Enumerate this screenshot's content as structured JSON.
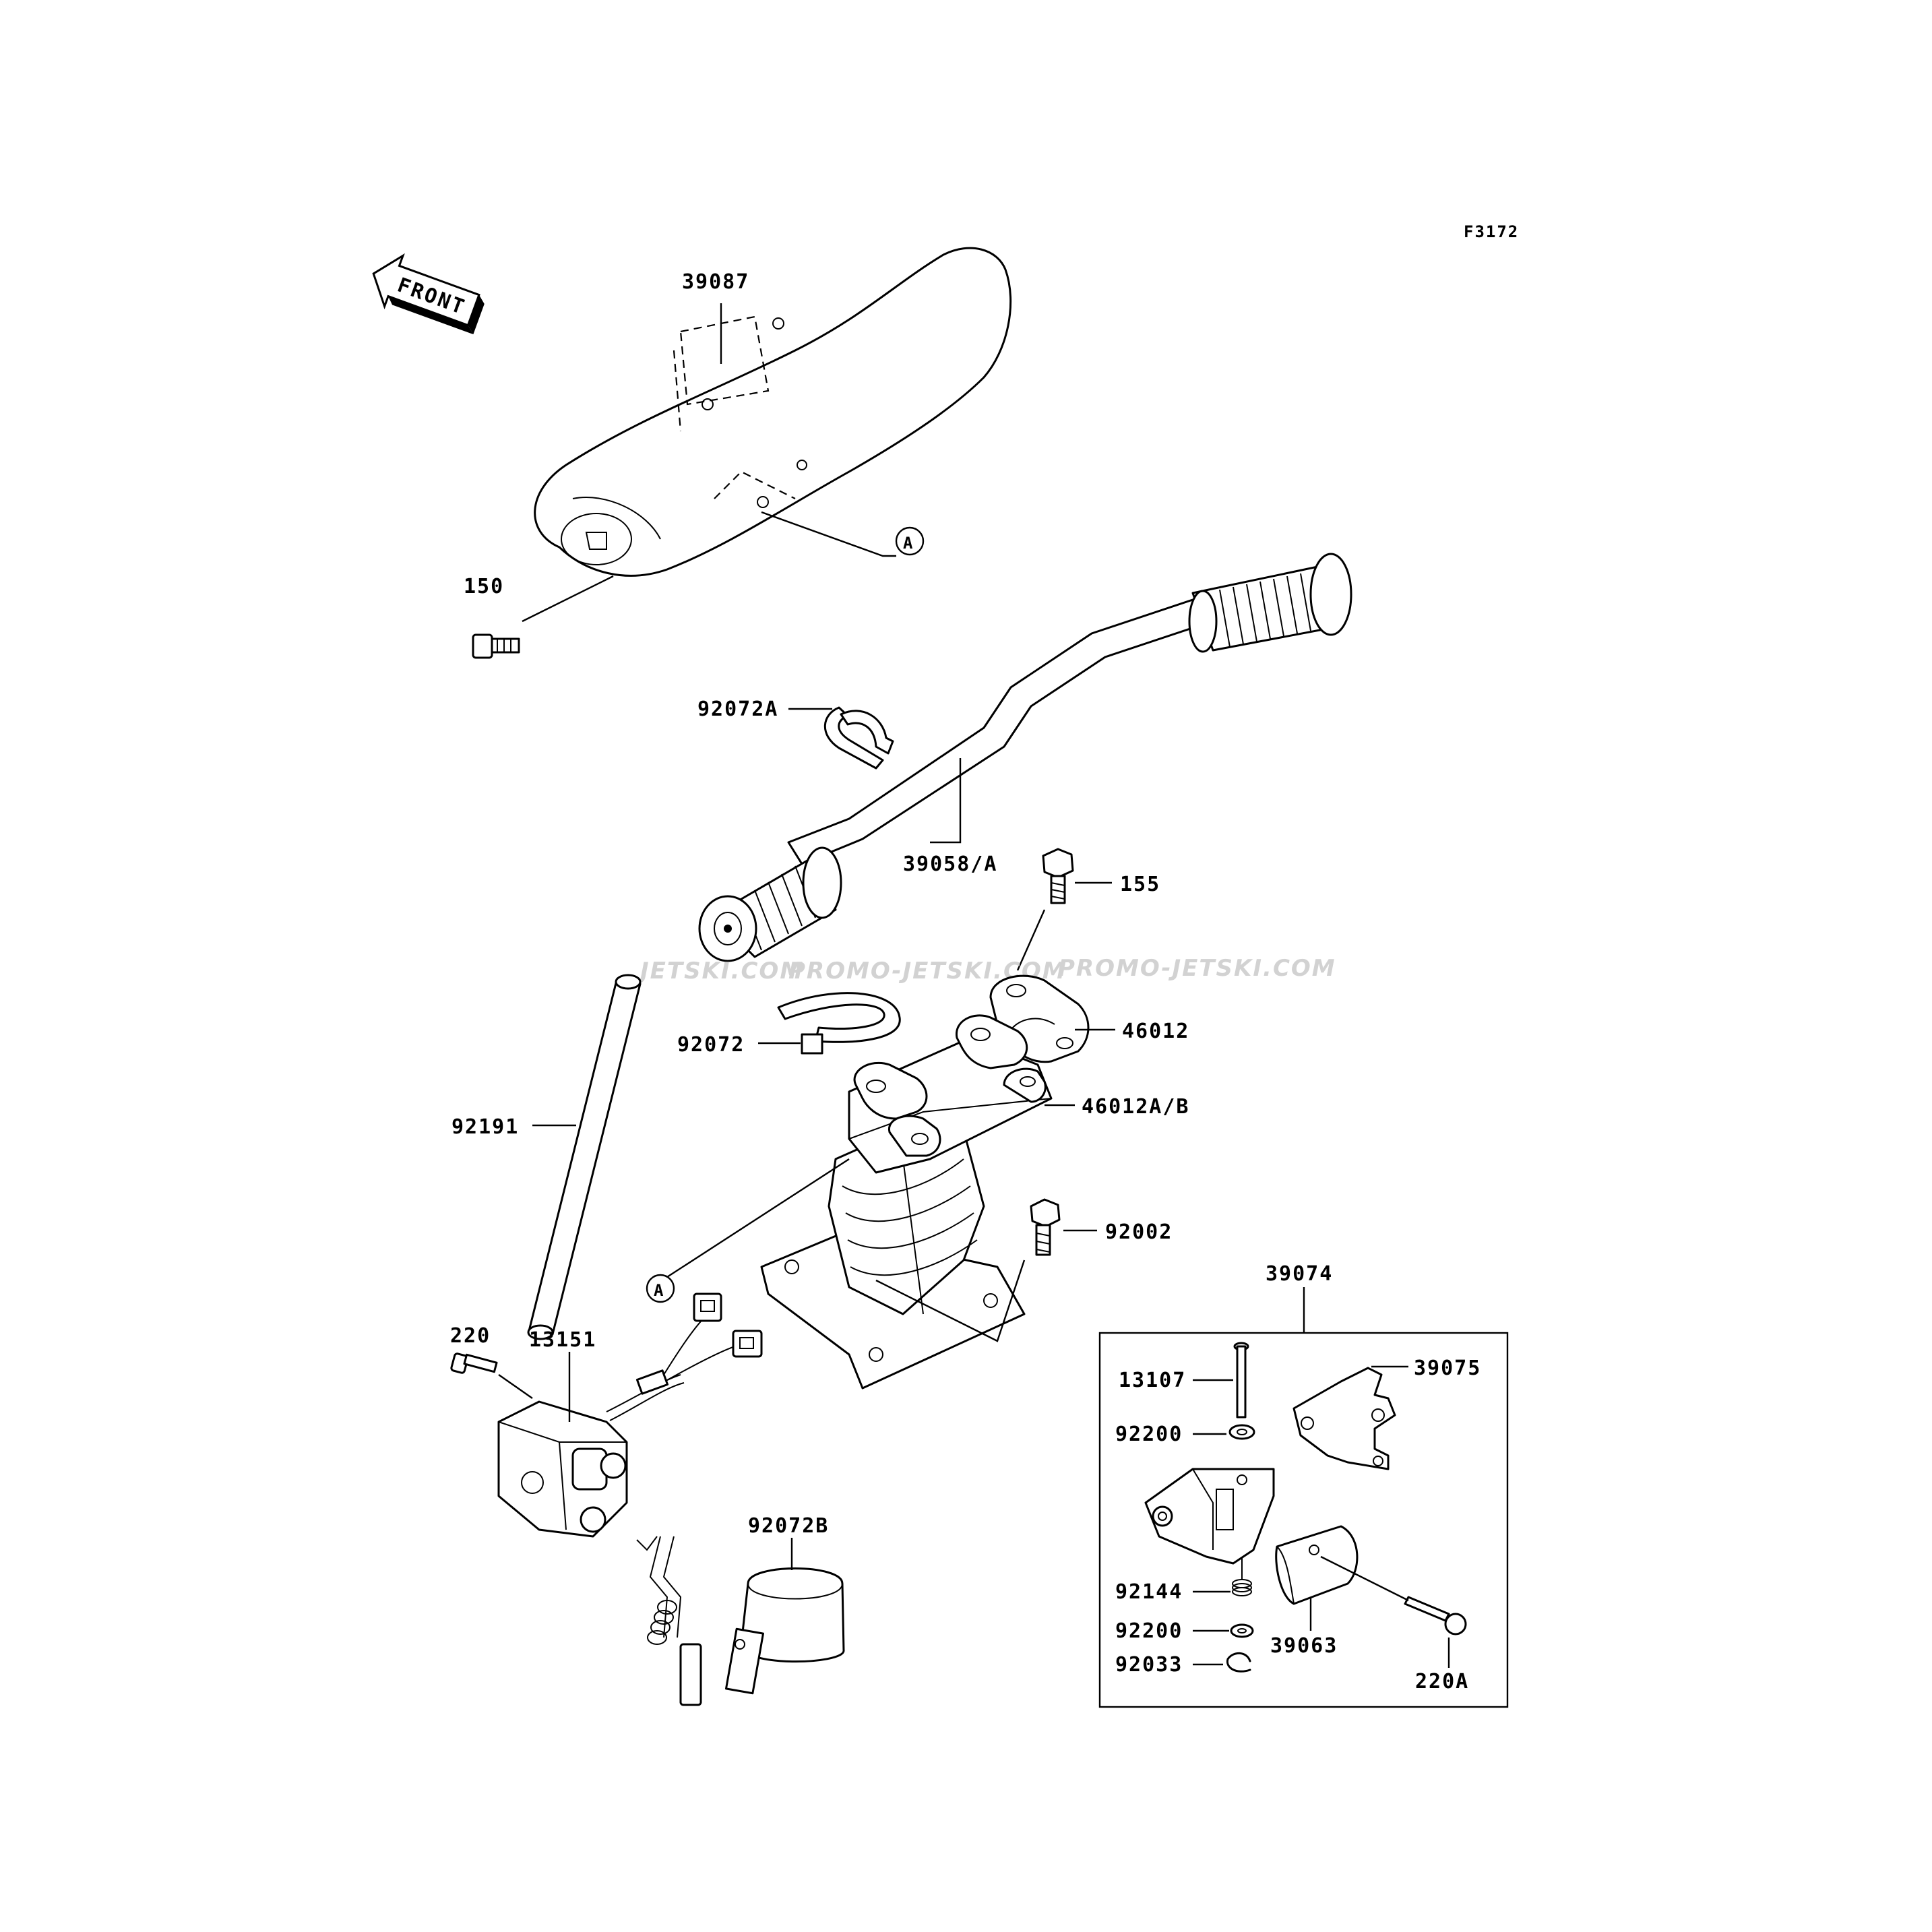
{
  "figure_code": "F3172",
  "front_arrow": {
    "label": "FRONT",
    "icon": "front-direction-arrow-icon"
  },
  "watermark": {
    "left": "JETSKI.COM",
    "middle": "PROMO-JETSKI.COM",
    "right": "PROMO-JETSKI.COM"
  },
  "callout_marker": "A",
  "parts": {
    "p39087": "39087",
    "p150": "150",
    "p92072A": "92072A",
    "p39058A": "39058/A",
    "p155": "155",
    "p92072": "92072",
    "p46012": "46012",
    "p46012AB": "46012A/B",
    "p92191": "92191",
    "p92002": "92002",
    "p220": "220",
    "p13151": "13151",
    "p92072B": "92072B"
  },
  "kit": {
    "number": "39074",
    "parts": {
      "p13107": "13107",
      "p39075": "39075",
      "p92200_upper": "92200",
      "p92144": "92144",
      "p92200_lower": "92200",
      "p92033": "92033",
      "p39063": "39063",
      "p220A": "220A"
    }
  }
}
